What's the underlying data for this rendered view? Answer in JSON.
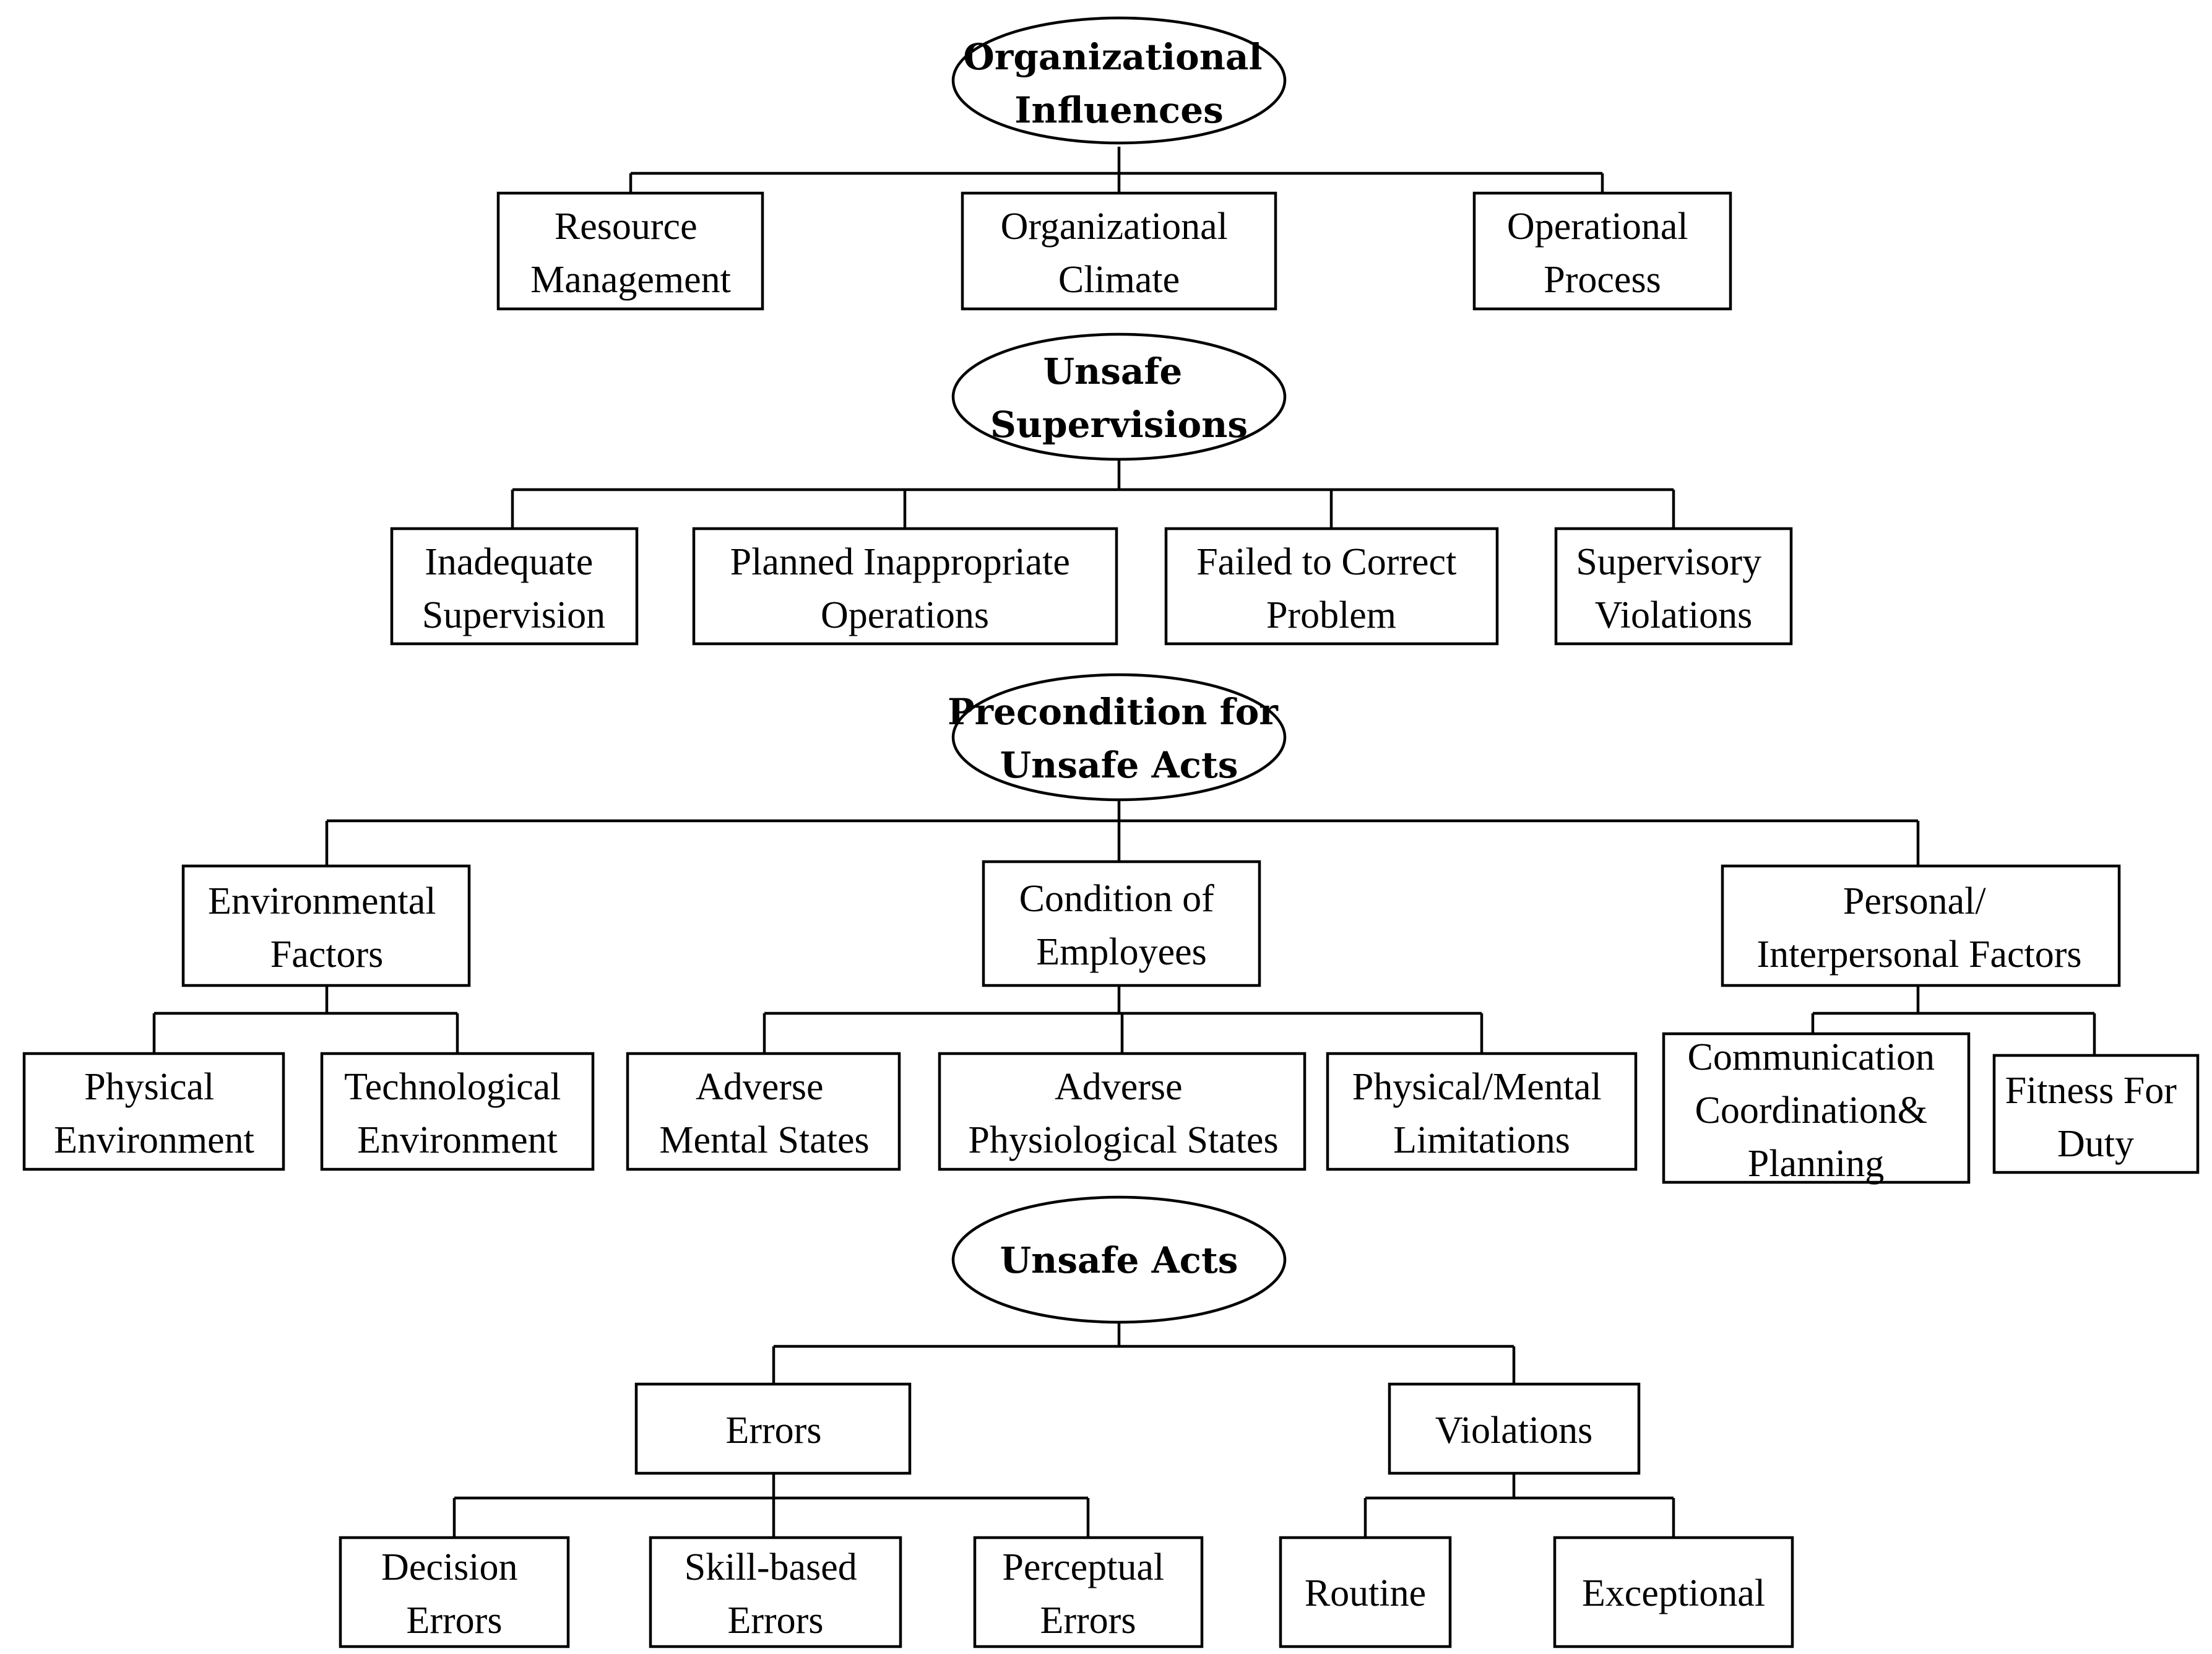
{
  "diagram": {
    "levels": [
      {
        "title": [
          "Organizational",
          "Influences"
        ],
        "categories": [
          {
            "lines": [
              "Resource",
              "Management"
            ]
          },
          {
            "lines": [
              "Organizational",
              "Climate"
            ]
          },
          {
            "lines": [
              "Operational",
              "Process"
            ]
          }
        ]
      },
      {
        "title": [
          "Unsafe",
          "Supervisions"
        ],
        "categories": [
          {
            "lines": [
              "Inadequate",
              "Supervision"
            ]
          },
          {
            "lines": [
              "Planned Inappropriate",
              "Operations"
            ]
          },
          {
            "lines": [
              "Failed to Correct",
              "Problem"
            ]
          },
          {
            "lines": [
              "Supervisory",
              "Violations"
            ]
          }
        ]
      },
      {
        "title": [
          "Precondition for",
          "Unsafe Acts"
        ],
        "categories": [
          {
            "lines": [
              "Environmental",
              "Factors"
            ],
            "children": [
              {
                "lines": [
                  "Physical",
                  "Environment"
                ]
              },
              {
                "lines": [
                  "Technological",
                  "Environment"
                ]
              }
            ]
          },
          {
            "lines": [
              "Condition of",
              "Employees"
            ],
            "children": [
              {
                "lines": [
                  "Adverse",
                  "Mental States"
                ]
              },
              {
                "lines": [
                  "Adverse",
                  "Physiological States"
                ]
              },
              {
                "lines": [
                  "Physical/Mental",
                  "Limitations"
                ]
              }
            ]
          },
          {
            "lines": [
              "Personal/",
              "Interpersonal Factors"
            ],
            "children": [
              {
                "lines": [
                  "Communication",
                  "Coordination&",
                  "Planning"
                ]
              },
              {
                "lines": [
                  "Fitness For",
                  "Duty"
                ]
              }
            ]
          }
        ]
      },
      {
        "title": [
          "Unsafe Acts"
        ],
        "categories": [
          {
            "lines": [
              "Errors"
            ],
            "children": [
              {
                "lines": [
                  "Decision",
                  "Errors"
                ]
              },
              {
                "lines": [
                  "Skill-based",
                  "Errors"
                ]
              },
              {
                "lines": [
                  "Perceptual",
                  "Errors"
                ]
              }
            ]
          },
          {
            "lines": [
              "Violations"
            ],
            "children": [
              {
                "lines": [
                  "Routine"
                ]
              },
              {
                "lines": [
                  "Exceptional"
                ]
              }
            ]
          }
        ]
      }
    ]
  }
}
